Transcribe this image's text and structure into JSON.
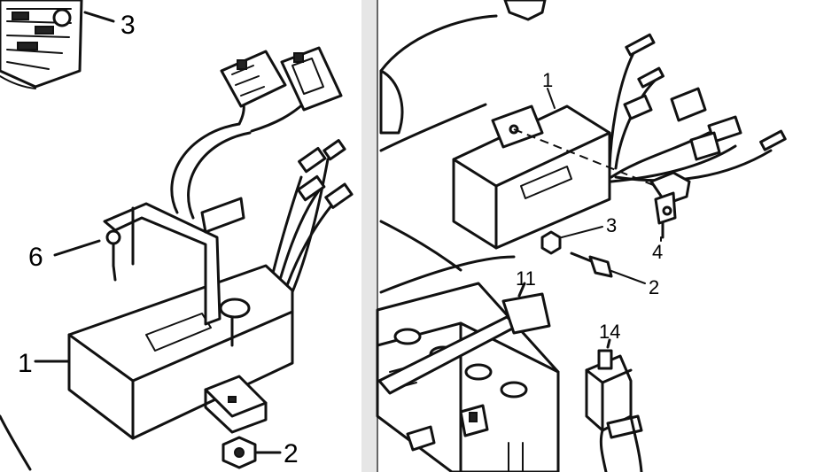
{
  "colors": {
    "ink": "#111111",
    "paper": "#ffffff",
    "divider": "#b8b8b8"
  },
  "left_panel": {
    "callouts": {
      "c1": "1",
      "c2": "2",
      "c3": "3",
      "c6": "6"
    }
  },
  "right_panel": {
    "callouts": {
      "c1": "1",
      "c2": "2",
      "c3": "3",
      "c4": "4",
      "c11": "11",
      "c14": "14"
    }
  }
}
